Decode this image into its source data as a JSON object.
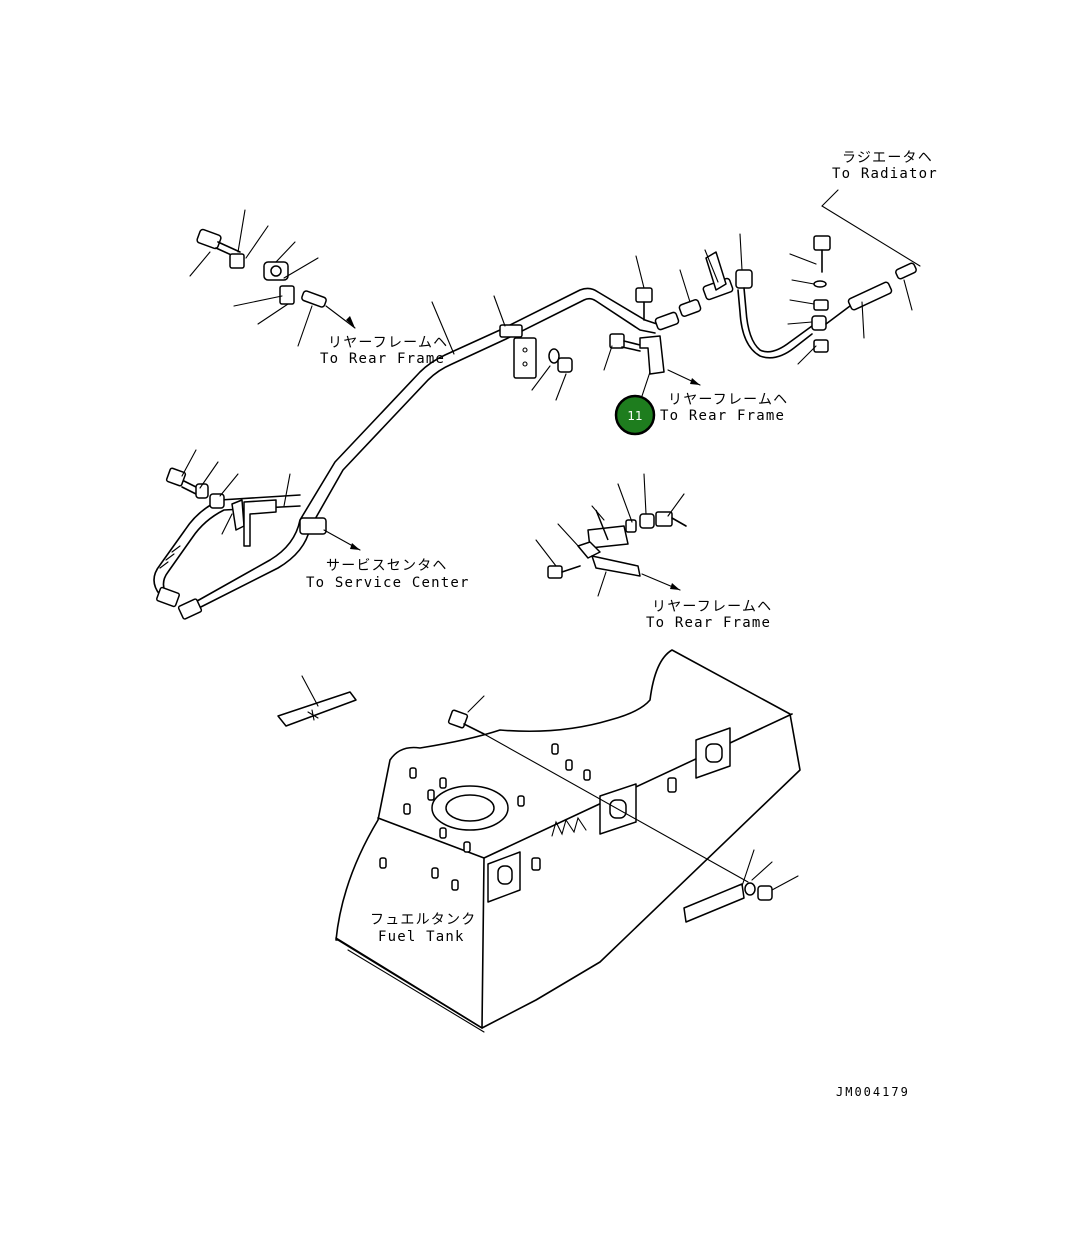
{
  "diagram": {
    "labels": {
      "radiator_jp": "ラジエータヘ",
      "radiator_en": "To Radiator",
      "rear_frame_1_jp": "リヤーフレームヘ",
      "rear_frame_1_en": "To Rear Frame",
      "rear_frame_2_jp": "リヤーフレームヘ",
      "rear_frame_2_en": "To Rear Frame",
      "service_center_jp": "サービスセンタヘ",
      "service_center_en": "To Service Center",
      "rear_frame_3_jp": "リヤーフレームヘ",
      "rear_frame_3_en": "To Rear Frame",
      "fuel_tank_jp": "フュエルタンク",
      "fuel_tank_en": "Fuel Tank"
    },
    "callout": {
      "number": "11",
      "color": "#1e7d1e"
    },
    "drawing_code": "JM004179"
  }
}
